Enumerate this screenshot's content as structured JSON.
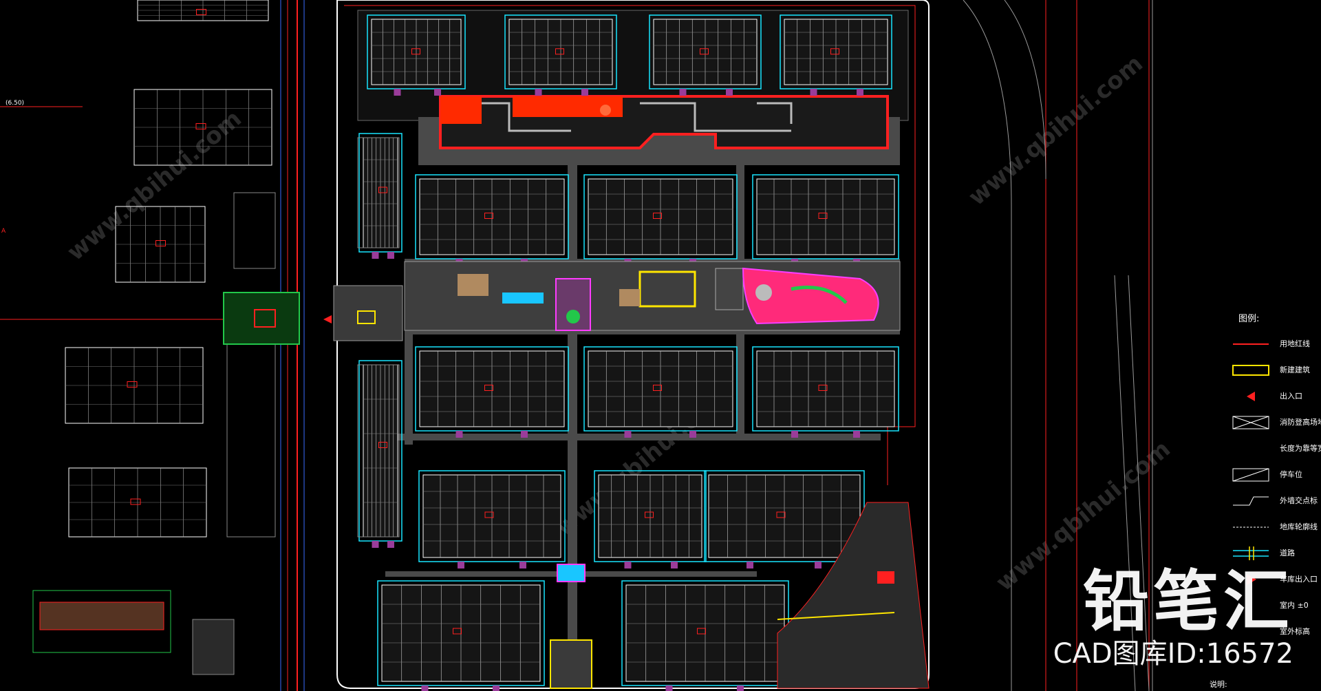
{
  "drawing": {
    "title": "CAD site master plan",
    "colors": {
      "background": "#000000",
      "redline": "#ff2020",
      "building": "#ffffff",
      "cyan": "#19e6ff",
      "road": "#6a6a6a",
      "yellow": "#ffe600",
      "magenta": "#ff3cff",
      "green": "#22c84a",
      "purple": "#9a3c9a"
    }
  },
  "legend": {
    "title": "图例:",
    "items": [
      {
        "symbol": "red-line",
        "label": "用地红线"
      },
      {
        "symbol": "yellow-box",
        "label": "新建建筑"
      },
      {
        "symbol": "red-triangle",
        "label": "出入口"
      },
      {
        "symbol": "cross-box",
        "label": "消防登高场地"
      },
      {
        "symbol": "",
        "label": "长度为靠等宽"
      },
      {
        "symbol": "slash-box",
        "label": "停车位"
      },
      {
        "symbol": "step-line",
        "label": "外墙交点标"
      },
      {
        "symbol": "dash-line",
        "label": "地库轮廓线"
      },
      {
        "symbol": "road-cross",
        "label": "道路"
      },
      {
        "symbol": "red-arrow",
        "label": "车库出入口"
      },
      {
        "symbol": "",
        "label": "室内 ±0"
      },
      {
        "symbol": "",
        "label": "室外标高"
      }
    ],
    "note": "说明:"
  },
  "labels": {
    "top_section": "(6.50)",
    "left_mark": "A"
  },
  "watermark": {
    "brand": "铅笔汇",
    "id_text": "CAD图库ID:16572",
    "diagonal": "www.qbihui.com"
  }
}
